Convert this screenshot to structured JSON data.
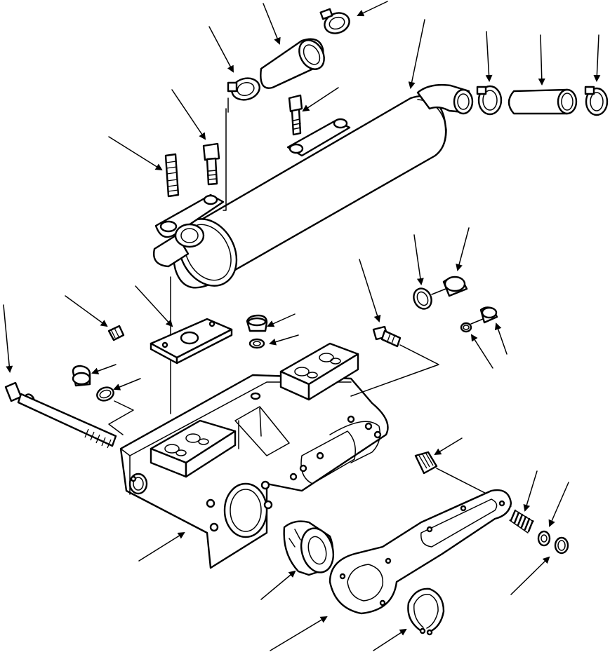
{
  "diagram": {
    "style": "black line-art exploded view",
    "colors": {
      "line": "#000000",
      "background": "#ffffff"
    },
    "parts": [
      "hose-clamp",
      "hose-short",
      "hose-clamp",
      "bolt",
      "stud",
      "bolt",
      "oil-cooler",
      "elbow-tube",
      "hose-clamp",
      "hose-long",
      "hose-clamp",
      "plug",
      "cover-plate",
      "plug-with-washer",
      "washer",
      "bolt",
      "o-ring",
      "plug",
      "o-ring",
      "plug",
      "long-bolt",
      "plug",
      "o-ring",
      "filter-base-housing",
      "thermostat-valve",
      "gasket",
      "snap-ring",
      "spring",
      "washer",
      "snap-ring",
      "relief-valve-plug"
    ]
  }
}
